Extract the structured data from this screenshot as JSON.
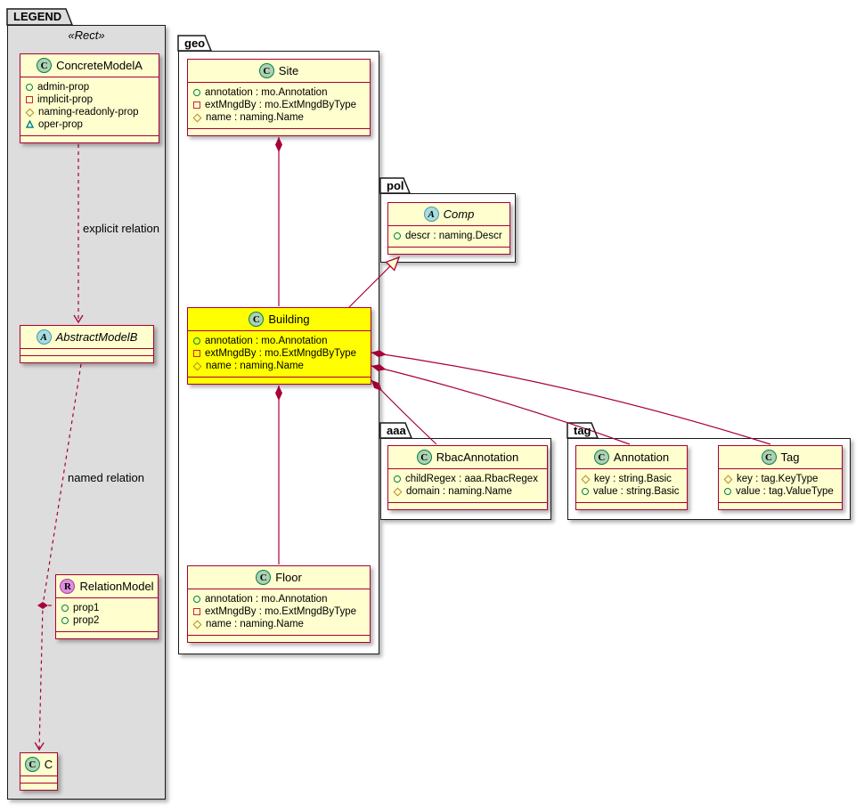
{
  "diagram": {
    "type": "uml-class-diagram",
    "colors": {
      "class_fill": "#FEFECE",
      "class_border": "#A80036",
      "highlight_fill": "#FFFF00",
      "legend_fill": "#DDDDDD",
      "edge_color": "#A80036",
      "spot_class_fill": "#ADD1B2",
      "spot_abstract_fill": "#A9DCDF",
      "spot_relation_fill": "#E08FE0",
      "icon_public": "#038048",
      "icon_private": "#C82930",
      "icon_protected": "#B38D22",
      "icon_package": "#048491"
    }
  },
  "packages": {
    "legend": {
      "title": "LEGEND",
      "stereotype": "«Rect»"
    },
    "geo": {
      "title": "geo"
    },
    "pol": {
      "title": "pol"
    },
    "aaa": {
      "title": "aaa"
    },
    "tag": {
      "title": "tag"
    }
  },
  "classes": {
    "concreteModelA": {
      "spot": "C",
      "name": "ConcreteModelA",
      "members": [
        {
          "icon": "public-circle-icon",
          "text": "admin-prop"
        },
        {
          "icon": "private-square-icon",
          "text": "implicit-prop"
        },
        {
          "icon": "protected-diamond-icon",
          "text": "naming-readonly-prop"
        },
        {
          "icon": "package-triangle-icon",
          "text": "oper-prop"
        }
      ]
    },
    "abstractModelB": {
      "spot": "A",
      "name": "AbstractModelB",
      "members": []
    },
    "relationModel": {
      "spot": "R",
      "name": "RelationModel",
      "members": [
        {
          "icon": "public-circle-icon",
          "text": "prop1"
        },
        {
          "icon": "public-circle-icon",
          "text": "prop2"
        }
      ]
    },
    "c": {
      "spot": "C",
      "name": "C",
      "members": []
    },
    "site": {
      "spot": "C",
      "name": "Site",
      "members": [
        {
          "icon": "public-circle-icon",
          "text": "annotation : mo.Annotation"
        },
        {
          "icon": "private-square-icon",
          "text": "extMngdBy : mo.ExtMngdByType"
        },
        {
          "icon": "protected-diamond-icon",
          "text": "name : naming.Name"
        }
      ]
    },
    "building": {
      "spot": "C",
      "name": "Building",
      "highlighted": true,
      "members": [
        {
          "icon": "public-circle-icon",
          "text": "annotation : mo.Annotation"
        },
        {
          "icon": "private-square-icon",
          "text": "extMngdBy : mo.ExtMngdByType"
        },
        {
          "icon": "protected-diamond-icon",
          "text": "name : naming.Name"
        }
      ]
    },
    "floor": {
      "spot": "C",
      "name": "Floor",
      "members": [
        {
          "icon": "public-circle-icon",
          "text": "annotation : mo.Annotation"
        },
        {
          "icon": "private-square-icon",
          "text": "extMngdBy : mo.ExtMngdByType"
        },
        {
          "icon": "protected-diamond-icon",
          "text": "name : naming.Name"
        }
      ]
    },
    "comp": {
      "spot": "A",
      "name": "Comp",
      "members": [
        {
          "icon": "public-circle-icon",
          "text": "descr : naming.Descr"
        }
      ]
    },
    "rbacAnnotation": {
      "spot": "C",
      "name": "RbacAnnotation",
      "members": [
        {
          "icon": "public-circle-icon",
          "text": "childRegex : aaa.RbacRegex"
        },
        {
          "icon": "protected-diamond-icon",
          "text": "domain : naming.Name"
        }
      ]
    },
    "annotation": {
      "spot": "C",
      "name": "Annotation",
      "members": [
        {
          "icon": "protected-diamond-icon",
          "text": "key : string.Basic"
        },
        {
          "icon": "public-circle-icon",
          "text": "value : string.Basic"
        }
      ]
    },
    "tag": {
      "spot": "C",
      "name": "Tag",
      "members": [
        {
          "icon": "protected-diamond-icon",
          "text": "key : tag.KeyType"
        },
        {
          "icon": "public-circle-icon",
          "text": "value : tag.ValueType"
        }
      ]
    }
  },
  "relations": [
    {
      "from": "ConcreteModelA",
      "to": "AbstractModelB",
      "type": "dashed-dependency",
      "label": "explicit relation"
    },
    {
      "from": "AbstractModelB",
      "to": "C",
      "type": "dashed-dependency",
      "label": "named relation",
      "via": "RelationModel"
    },
    {
      "from": "Site",
      "to": "Building",
      "type": "composition"
    },
    {
      "from": "Building",
      "to": "Floor",
      "type": "composition"
    },
    {
      "from": "Building",
      "to": "Comp",
      "type": "generalization"
    },
    {
      "from": "Building",
      "to": "RbacAnnotation",
      "type": "composition"
    },
    {
      "from": "Building",
      "to": "Annotation",
      "type": "composition"
    },
    {
      "from": "Building",
      "to": "Tag",
      "type": "composition"
    }
  ]
}
